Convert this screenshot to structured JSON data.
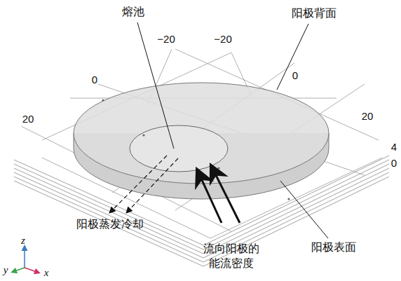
{
  "diagram": {
    "labels": [
      "熔池",
      "−20",
      "−20",
      "阳极背面",
      "0",
      "0",
      "20",
      "20",
      "4",
      "0",
      "阳极蒸发冷却",
      "流向阳极的 能流密度",
      "阳极表面",
      "z",
      "y",
      "x"
    ]
  }
}
